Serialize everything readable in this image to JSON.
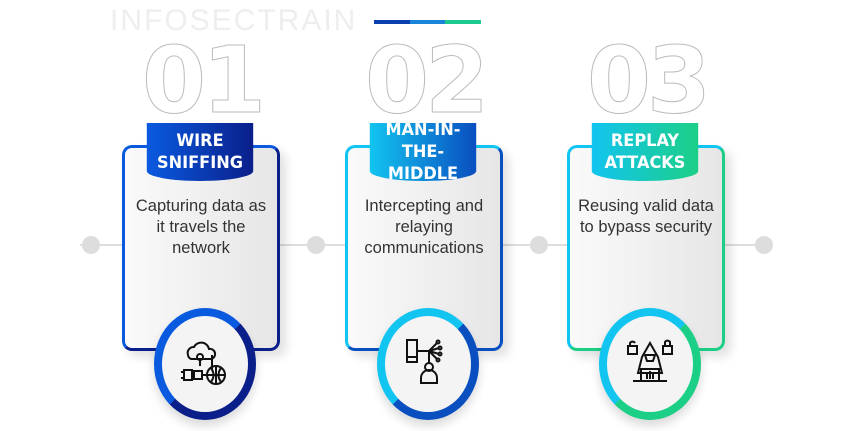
{
  "watermark": "INFOSECTRAIN",
  "colors": {
    "bar": [
      "#0a3fb0",
      "#1a84d8",
      "#1cc98f"
    ]
  },
  "steps": [
    {
      "number": "01",
      "title": "WIRE SNIFFING",
      "description": "Capturing data as it travels the network",
      "icon": "cloud-network-globe-icon",
      "color_start": "#0a5ae0",
      "color_end": "#0a1f8a"
    },
    {
      "number": "02",
      "title": "MAN-IN-THE-MIDDLE",
      "description": "Intercepting and relaying communications",
      "icon": "device-interceptor-person-icon",
      "color_start": "#12c4f0",
      "color_end": "#0a4fc0"
    },
    {
      "number": "03",
      "title": "REPLAY ATTACKS",
      "description": "Reusing valid data to bypass security",
      "icon": "hacker-locks-icon",
      "color_start": "#12c4f0",
      "color_end": "#1ccf86"
    }
  ]
}
